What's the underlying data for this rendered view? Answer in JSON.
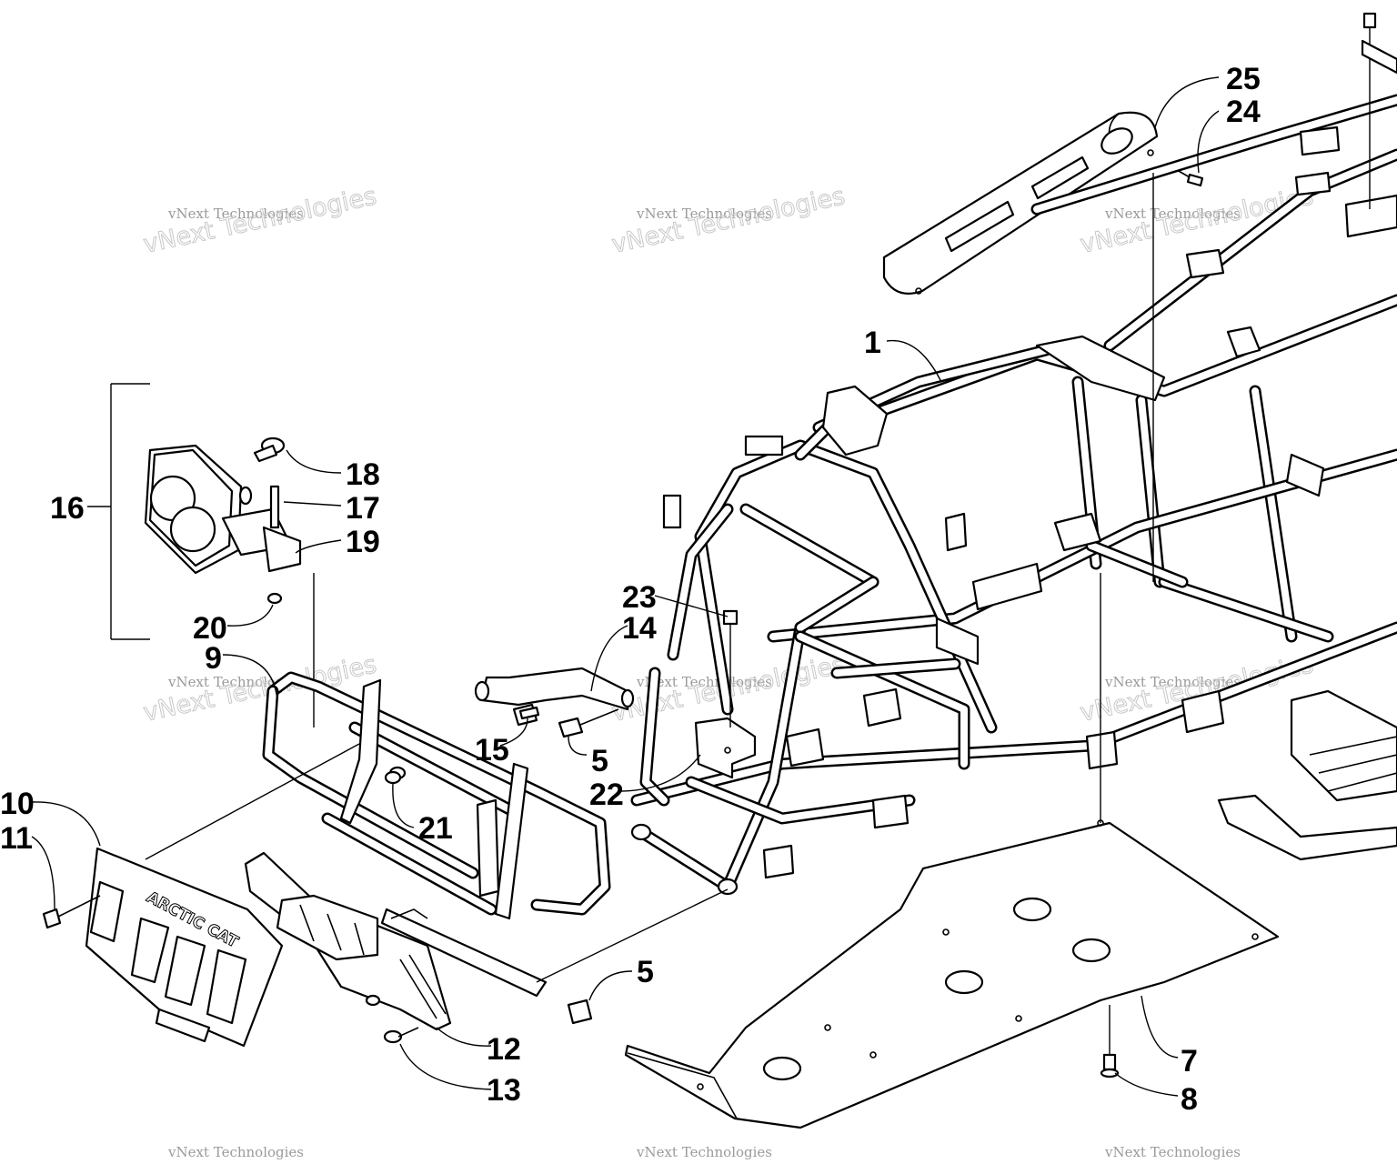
{
  "callouts": [
    {
      "id": "c1",
      "text": "1"
    },
    {
      "id": "c5a",
      "text": "5"
    },
    {
      "id": "c5b",
      "text": "5"
    },
    {
      "id": "c7",
      "text": "7"
    },
    {
      "id": "c8",
      "text": "8"
    },
    {
      "id": "c9",
      "text": "9"
    },
    {
      "id": "c10",
      "text": "10"
    },
    {
      "id": "c11",
      "text": "11"
    },
    {
      "id": "c12",
      "text": "12"
    },
    {
      "id": "c13",
      "text": "13"
    },
    {
      "id": "c14",
      "text": "14"
    },
    {
      "id": "c15",
      "text": "15"
    },
    {
      "id": "c16",
      "text": "16"
    },
    {
      "id": "c17",
      "text": "17"
    },
    {
      "id": "c18",
      "text": "18"
    },
    {
      "id": "c19",
      "text": "19"
    },
    {
      "id": "c20",
      "text": "20"
    },
    {
      "id": "c21",
      "text": "21"
    },
    {
      "id": "c22",
      "text": "22"
    },
    {
      "id": "c23",
      "text": "23"
    },
    {
      "id": "c24",
      "text": "24"
    },
    {
      "id": "c25",
      "text": "25"
    }
  ],
  "watermark": {
    "line1": "vNext Technologies",
    "line2": "vNext Technologies"
  },
  "brand_label": "ARCTIC CAT"
}
